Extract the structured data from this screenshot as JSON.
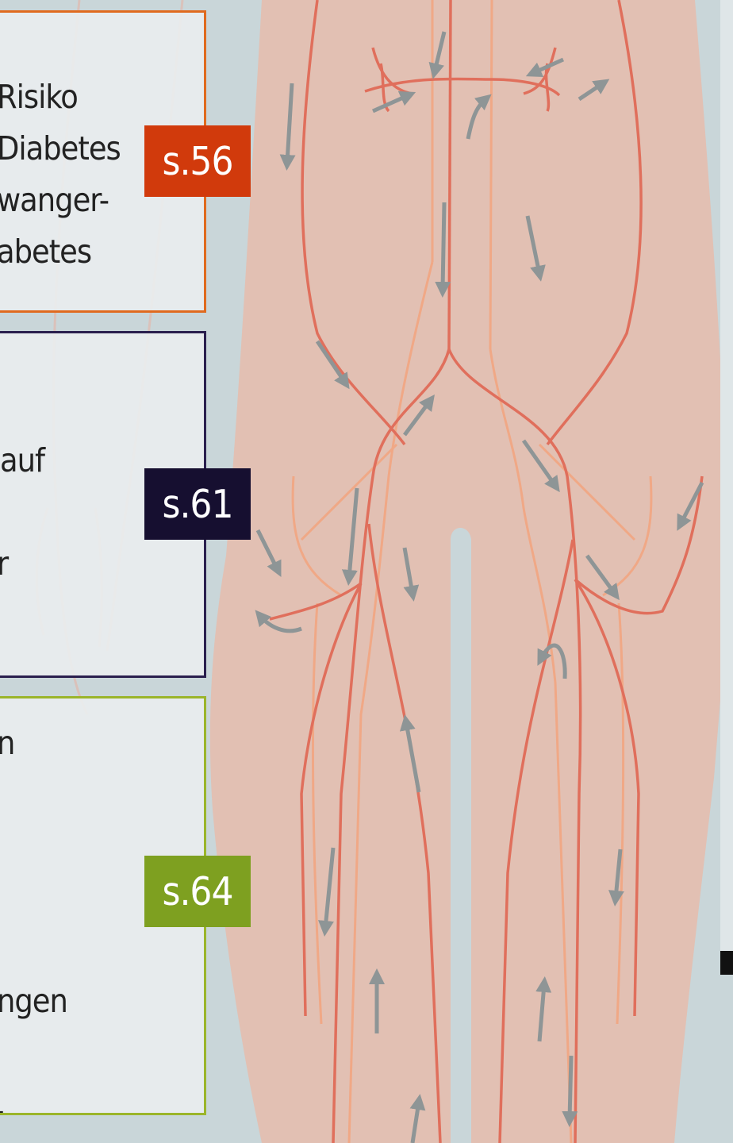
{
  "colors": {
    "background": "#c9d6d9",
    "body": "#e6bcab",
    "artery": "#e06f5c",
    "vein": "#f0a886",
    "arrow": "#8e9596"
  },
  "panels": [
    {
      "id": "diabetes",
      "border_color": "#e06a1e",
      "tag_color": "#d13a0c",
      "tag": "s.56",
      "lines": [
        "Risiko",
        "Diabetes",
        "wanger-",
        "abetes"
      ]
    },
    {
      "id": "middle",
      "border_color": "#2a1f4e",
      "tag_color": "#160f30",
      "tag": "s.61",
      "lines": [
        "auf",
        "r"
      ]
    },
    {
      "id": "lower",
      "border_color": "#9bb52a",
      "tag_color": "#7ea020",
      "tag": "s.64",
      "lines": [
        "n",
        "ngen",
        "."
      ]
    }
  ]
}
